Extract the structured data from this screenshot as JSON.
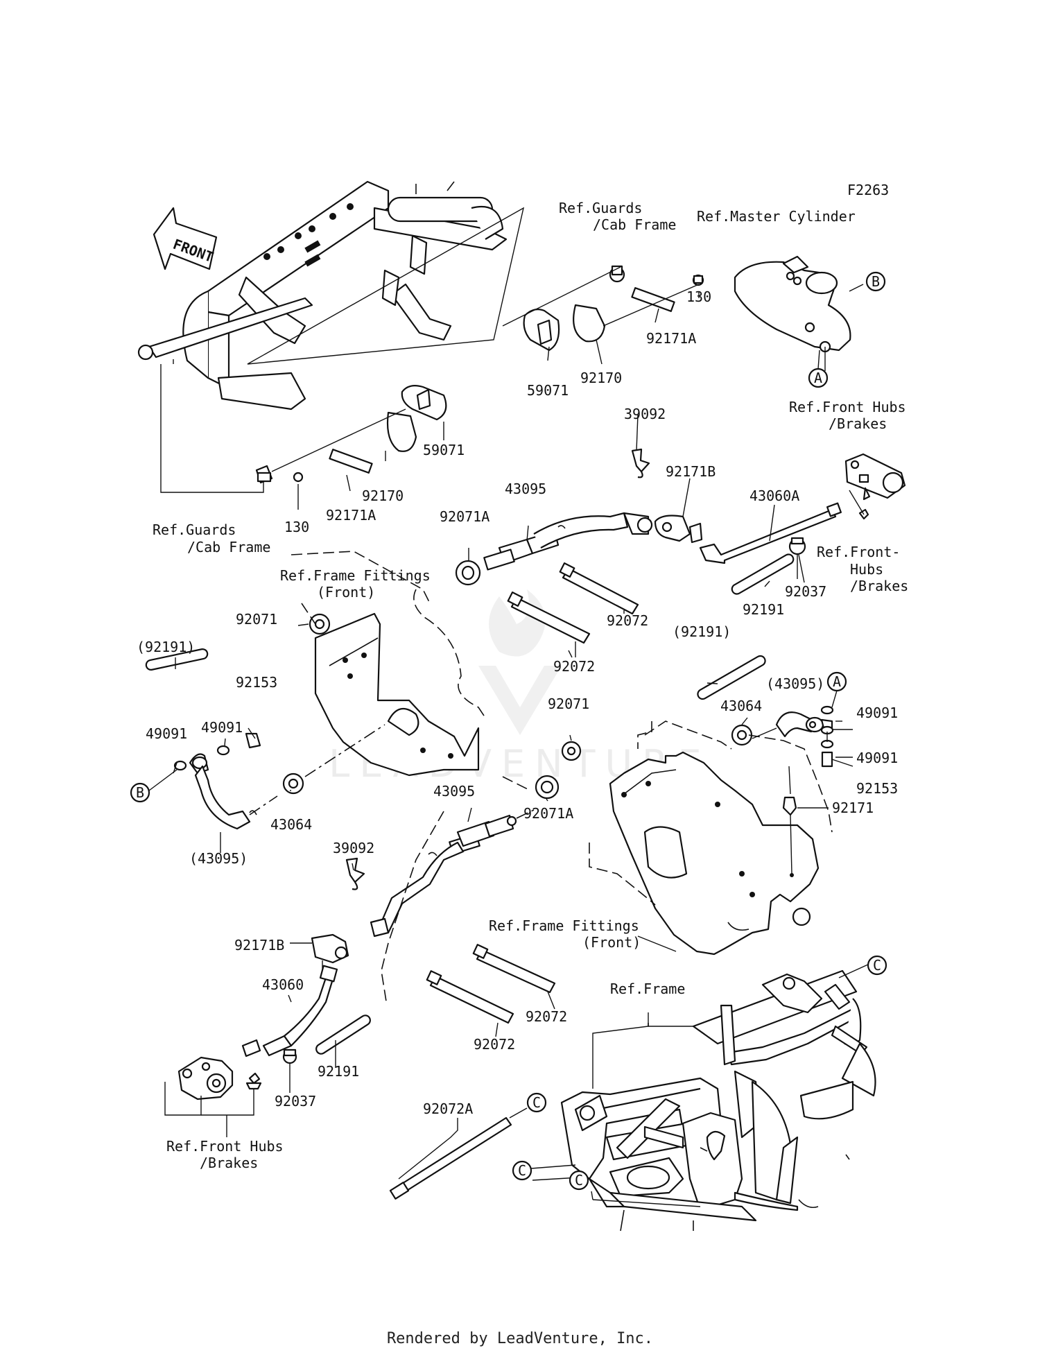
{
  "diagram": {
    "code": "F2263",
    "front_label": "FRONT",
    "footer": "Rendered by LeadVenture, Inc.",
    "watermark": "LEADVENTURE",
    "callout_letters": {
      "a": "A",
      "b": "B",
      "c": "C"
    },
    "references": {
      "guards_top_1": "Ref.Guards",
      "guards_top_2": "/Cab Frame",
      "master_cylinder": "Ref.Master Cylinder",
      "front_hubs_r1": "Ref.Front Hubs",
      "front_hubs_r2": "/Brakes",
      "front_hubs_dash1": "Ref.Front-",
      "front_hubs_dash2": "Hubs",
      "front_hubs_dash3": "/Brakes",
      "guards_left_1": "Ref.Guards",
      "guards_left_2": "/Cab Frame",
      "frame_fittings_1": "Ref.Frame Fittings",
      "frame_fittings_2": "(Front)",
      "frame_fittings_low_1": "Ref.Frame Fittings",
      "frame_fittings_low_2": "(Front)",
      "frame": "Ref.Frame",
      "front_hubs_l1": "Ref.Front Hubs",
      "front_hubs_l2": "/Brakes"
    },
    "parts": {
      "p130": "130",
      "p59071": "59071",
      "p92170": "92170",
      "p92171a": "92171A",
      "p39092": "39092",
      "p92171b": "92171B",
      "p43060a": "43060A",
      "p43095": "43095",
      "p92071a": "92071A",
      "p92037": "92037",
      "p92191": "92191",
      "p92072": "92072",
      "p92071": "92071",
      "p92191_paren": "(92191)",
      "p43095_paren": "(43095)",
      "p49091": "49091",
      "p92153": "92153",
      "p43064": "43064",
      "p92171": "92171",
      "p43060": "43060",
      "p92072a": "92072A"
    }
  }
}
